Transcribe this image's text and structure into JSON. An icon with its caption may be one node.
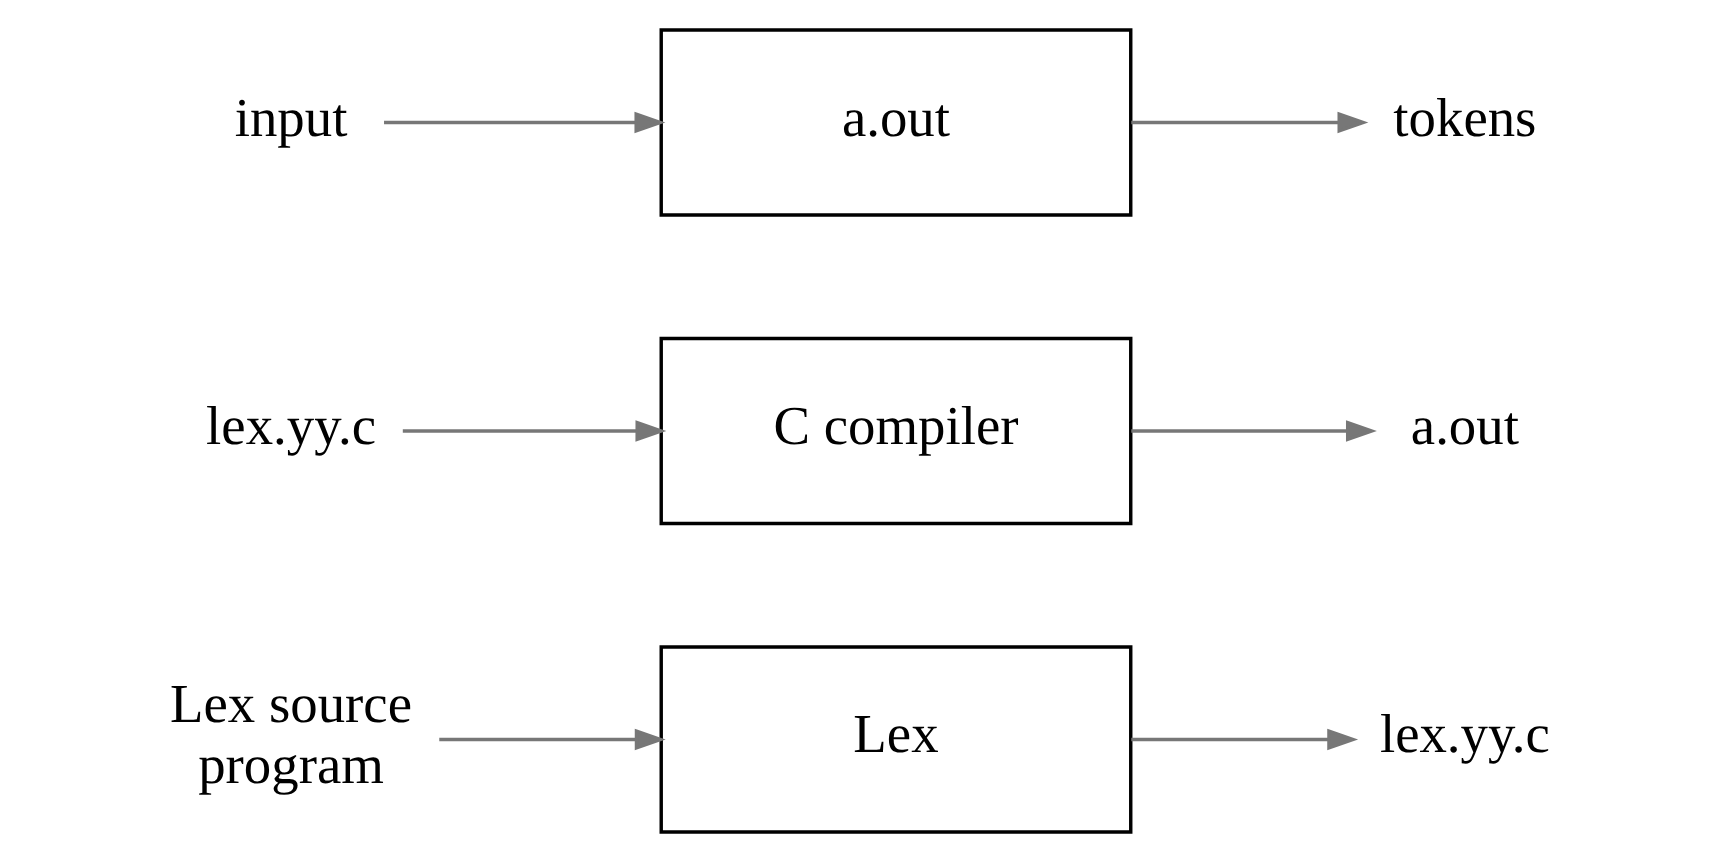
{
  "diagram": {
    "nodes": [
      {
        "text": [
          "Lex source program"
        ]
      },
      {
        "text": [
          "Lex"
        ]
      },
      {
        "text": [
          "lex.yy.c"
        ]
      },
      {
        "text": [
          "lex.yy.c"
        ]
      },
      {
        "text": [
          "C compiler"
        ]
      },
      {
        "text": [
          "a.out"
        ]
      },
      {
        "text": [
          "input"
        ]
      },
      {
        "text": [
          "a.out"
        ]
      },
      {
        "text": [
          "tokens"
        ]
      }
    ],
    "edges": [
      {
        "from": 0,
        "to": 1,
        "arrow": "to"
      },
      {
        "from": 1,
        "to": 2,
        "arrow": "to"
      },
      {
        "from": 3,
        "to": 4,
        "arrow": "to"
      },
      {
        "from": 4,
        "to": 5,
        "arrow": "to"
      },
      {
        "from": 6,
        "to": 7,
        "arrow": "to"
      },
      {
        "from": 7,
        "to": 8,
        "arrow": "to"
      }
    ]
  }
}
